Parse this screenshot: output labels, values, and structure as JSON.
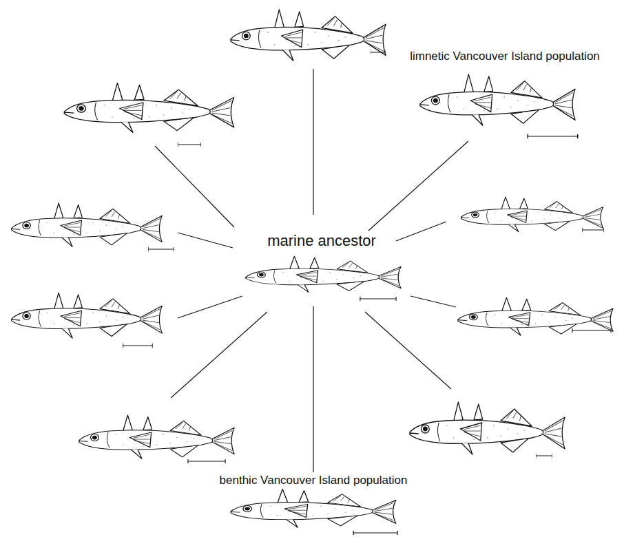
{
  "diagram": {
    "nodes": [
      {
        "text": [
          "limnetic Vancouver Island population"
        ]
      },
      {
        "text": [
          "marine ancestor"
        ]
      },
      {
        "text": [
          "benthic Vancouver Island population"
        ]
      }
    ],
    "edges": [
      {
        "from": 1,
        "to": 0,
        "arrow": "none"
      },
      {
        "from": 1,
        "to": 2,
        "arrow": "none"
      }
    ]
  }
}
